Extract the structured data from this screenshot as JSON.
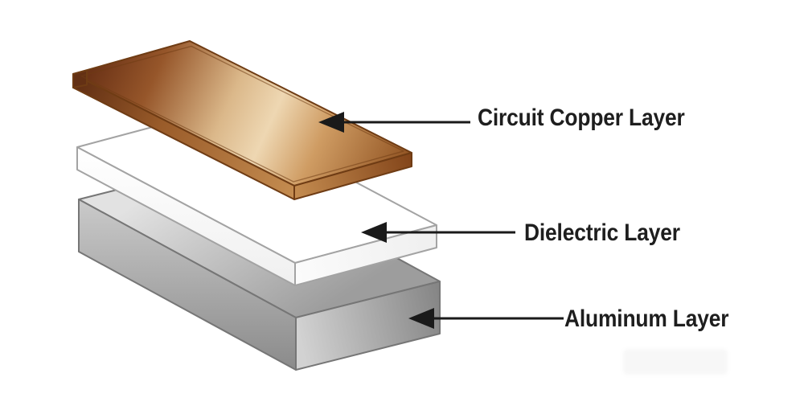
{
  "diagram": {
    "type": "exploded-layer-diagram",
    "layers": [
      {
        "id": "copper",
        "label": "Circuit Copper Layer",
        "fill_light": "#eed7b2",
        "fill_dark": "#6d3417",
        "outline": "#6f3c14"
      },
      {
        "id": "dielectric",
        "label": "Dielectric Layer",
        "fill_light": "#ffffff",
        "fill_dark": "#ececec",
        "outline": "#a3a3a3"
      },
      {
        "id": "aluminum",
        "label": "Aluminum Layer",
        "fill_light": "#e2e2e2",
        "fill_dark": "#8a8a8a",
        "outline": "#767676"
      }
    ],
    "arrow_color": "#1a1a1a",
    "text_color": "#1e1e1e",
    "background": "#ffffff"
  }
}
